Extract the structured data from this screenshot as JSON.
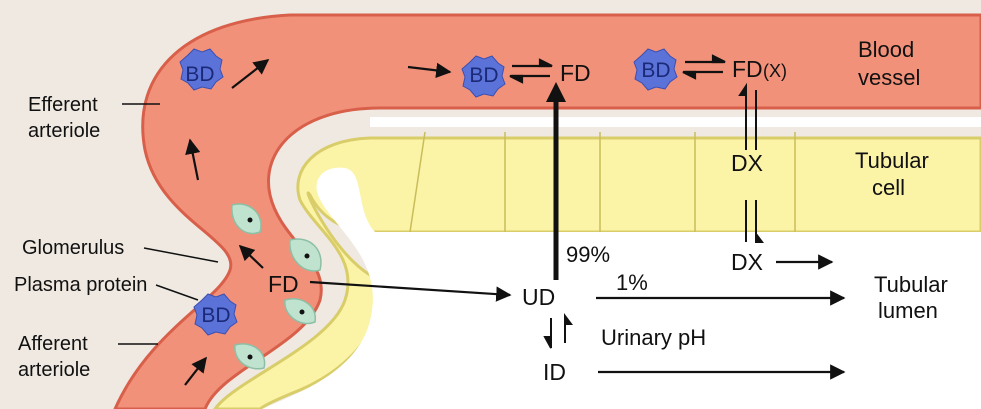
{
  "labels": {
    "blood_vessel": [
      "Blood",
      "vessel"
    ],
    "tubular_cell": [
      "Tubular",
      "cell"
    ],
    "tubular_lumen": [
      "Tubular",
      "lumen"
    ],
    "efferent_arteriole": [
      "Efferent",
      "arteriole"
    ],
    "afferent_arteriole": [
      "Afferent",
      "arteriole"
    ],
    "glomerulus": "Glomerulus",
    "plasma_protein": "Plasma protein",
    "urinary_ph": "Urinary pH"
  },
  "species": {
    "bd": "BD",
    "fd": "FD",
    "fd_x": "FD",
    "x_suffix": "(X)",
    "dx": "DX",
    "ud": "UD",
    "id": "ID"
  },
  "percentages": {
    "reabsorbed": "99%",
    "excreted": "1%"
  },
  "colors": {
    "background": "#efe9e2",
    "vessel": "#f2917a",
    "vessel_edge": "#d8604a",
    "tubule": "#fbf3a6",
    "tubule_edge": "#d9cd6a",
    "lumen": "#ffffff",
    "protein": "#5b73d8",
    "podocyte": "#bfe3cf"
  }
}
